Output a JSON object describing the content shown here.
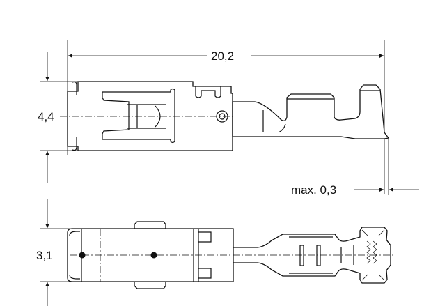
{
  "drawing": {
    "dimensions": {
      "overall_length": "20,2",
      "top_view_height": "4,4",
      "bottom_view_height": "3,1",
      "max_tolerance": "max. 0,3"
    },
    "colors": {
      "line": "#111111",
      "background": "#ffffff"
    }
  }
}
